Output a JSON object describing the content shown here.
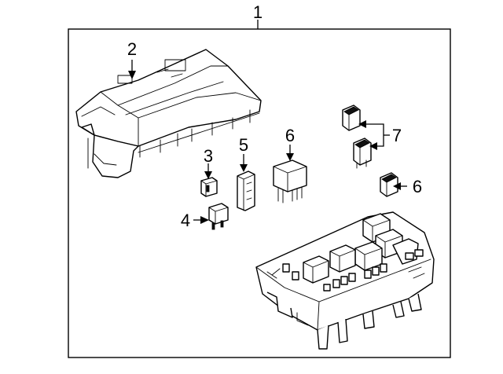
{
  "callouts": [
    {
      "id": "1",
      "label": "1"
    },
    {
      "id": "2",
      "label": "2"
    },
    {
      "id": "3",
      "label": "3"
    },
    {
      "id": "4",
      "label": "4"
    },
    {
      "id": "5",
      "label": "5"
    },
    {
      "id": "6a",
      "label": "6"
    },
    {
      "id": "6b",
      "label": "6"
    },
    {
      "id": "7",
      "label": "7"
    }
  ],
  "colors": {
    "line": "#000000",
    "background": "#ffffff"
  }
}
